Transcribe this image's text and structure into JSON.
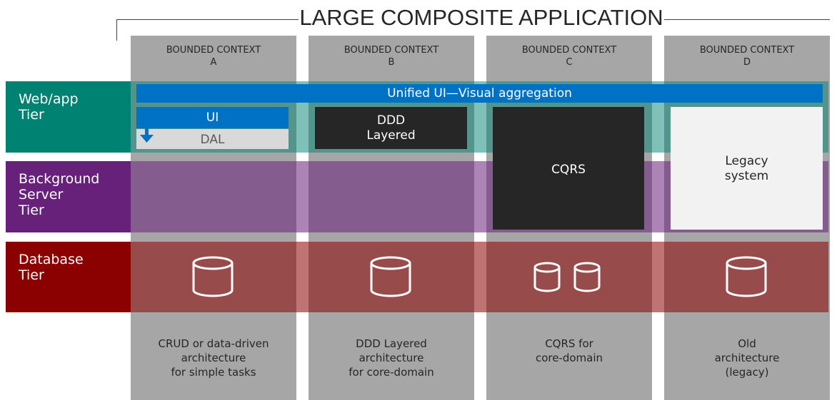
{
  "title": "LARGE COMPOSITE APPLICATION",
  "columns": [
    {
      "header": "BOUNDED CONTEXT\nA",
      "footer": "CRUD or data-driven\narchitecture\nfor simple tasks"
    },
    {
      "header": "BOUNDED CONTEXT\nB",
      "footer": "DDD Layered\narchitecture\nfor core-domain"
    },
    {
      "header": "BOUNDED CONTEXT\nC",
      "footer": "CQRS for\ncore-domain"
    },
    {
      "header": "BOUNDED CONTEXT\nD",
      "footer": "Old\narchitecture\n(legacy)"
    }
  ],
  "tiers": {
    "web": "Web/app\nTier",
    "background": "Background\nServer\nTier",
    "database": "Database\nTier"
  },
  "unified_ui": "Unified UI—Visual aggregation",
  "boxes": {
    "ui": "UI",
    "dal": "DAL",
    "ddd": "DDD\nLayered",
    "cqrs": "CQRS",
    "legacy": "Legacy\nsystem"
  },
  "colors": {
    "web_tier": "#008272",
    "background_tier": "#68217a",
    "database_tier": "#8b0000",
    "ui_blue": "#0072c6",
    "column_gray": "#a6a6a6",
    "dark_box": "#262626",
    "legacy_box": "#f2f2f2"
  }
}
